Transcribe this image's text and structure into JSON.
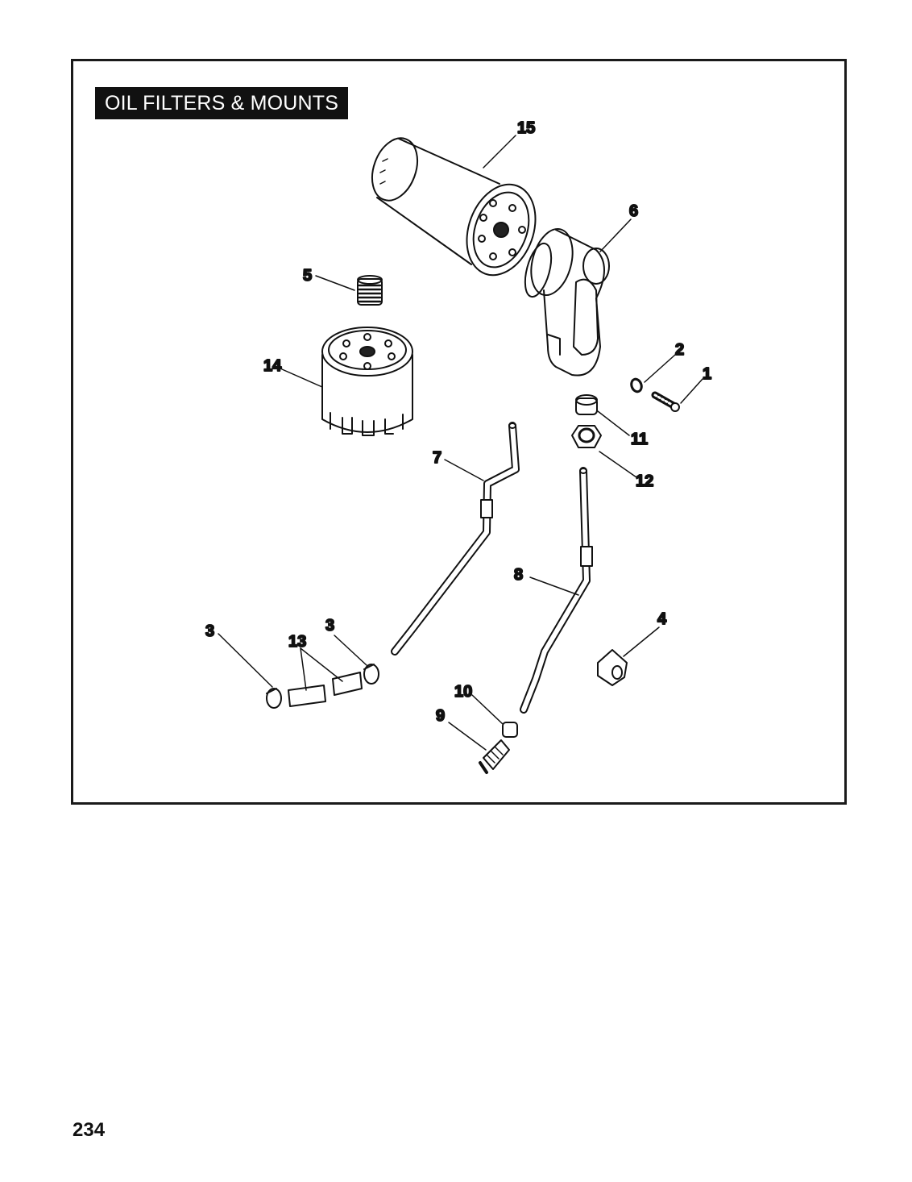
{
  "title": "OIL FILTERS & MOUNTS",
  "page_number": "234",
  "callouts": {
    "c15": "15",
    "c6": "6",
    "c5": "5",
    "c14": "14",
    "c2": "2",
    "c1": "1",
    "c11": "11",
    "c12": "12",
    "c7": "7",
    "c8": "8",
    "c4": "4",
    "c3a": "3",
    "c3b": "3",
    "c13": "13",
    "c10": "10",
    "c9": "9"
  }
}
